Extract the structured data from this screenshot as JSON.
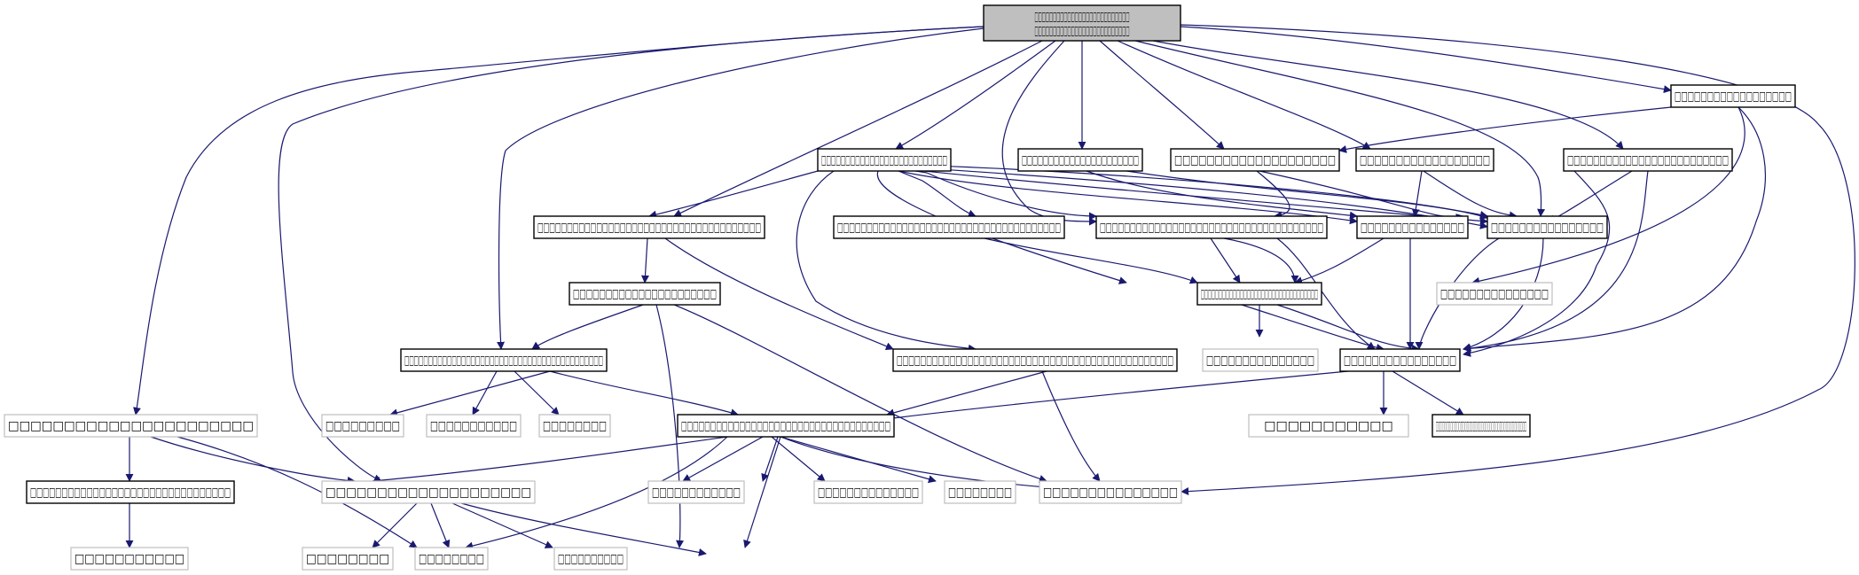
{
  "nodes": [
    {
      "id": "root",
      "label": "□□□□□□□□□□□□□□□□□□□□□□□□□□□□□□□□□□□□□□□□□□□□□□□□□□□□",
      "kind": "root",
      "link": false
    },
    {
      "id": "n1",
      "label": "□□□□□□□□□□□□□□□□□□",
      "kind": "file",
      "link": true
    },
    {
      "id": "n2",
      "label": "□□□□□□□□□□□□□□□□□□□□",
      "kind": "file",
      "link": true
    },
    {
      "id": "n3",
      "label": "□□□□□□□□□□□□□□□□□□",
      "kind": "file",
      "link": true
    },
    {
      "id": "n4",
      "label": "□□□□□□□□□□□□□□□□□□□□□□□□□",
      "kind": "file",
      "link": true
    },
    {
      "id": "n5",
      "label": "□□□□□□□□□□□□□□□□□□□□□□",
      "kind": "file",
      "link": true
    },
    {
      "id": "n6",
      "label": "□□□□□□□□□□□□□□□□□□□□□□□□□□",
      "kind": "file",
      "link": true
    },
    {
      "id": "n7",
      "label": "□□□□□□□□□□□□□□□□□□□□□□□□□□□□□□□□□□□□□□",
      "kind": "file",
      "link": true
    },
    {
      "id": "n8",
      "label": "□□□□□□□□□□□□□□□□□□□□□□□□□□□□□□□□□□□□□□",
      "kind": "file",
      "link": true
    },
    {
      "id": "n9",
      "label": "□□□□□□□□□□□□□□□□□□□□□□□□□□□□□□□□□□□□□",
      "kind": "file",
      "link": true
    },
    {
      "id": "n10",
      "label": "□□□□□□□□□□□□□□□",
      "kind": "file",
      "link": true
    },
    {
      "id": "n11",
      "label": "□□□□□□□□□□□□□□□□",
      "kind": "file",
      "link": true
    },
    {
      "id": "n12",
      "label": "□□□□□□□□□□□□□□□□□□□□□□",
      "kind": "file",
      "link": true
    },
    {
      "id": "n13",
      "label": "□□□□□□□□□□□□□□□",
      "kind": "ext",
      "link": false
    },
    {
      "id": "n14",
      "label": "□□□□□□□□□□□□□□□□□□□□□□□□□□□□□□□□□",
      "kind": "file",
      "link": true
    },
    {
      "id": "n15",
      "label": "□□□□□□□□□□□□□□□□□□□□□□□□□□□□□□□□□□□□□□□□□□□□□□□",
      "kind": "file",
      "link": true
    },
    {
      "id": "n16",
      "label": "□□□□□□□□□□□□□□□",
      "kind": "ext",
      "link": false
    },
    {
      "id": "n17",
      "label": "□□□□□□□□□□□□□□□□",
      "kind": "file",
      "link": true
    },
    {
      "id": "n18",
      "label": "□□□□□□□□□□□□□□□□□□□□□□□□□□□□□□□□□□□□□□□□□□",
      "kind": "file",
      "link": true
    },
    {
      "id": "n19",
      "label": "□□□□□□□□□",
      "kind": "ext",
      "link": false
    },
    {
      "id": "n20",
      "label": "□□□□□□□□□□□",
      "kind": "ext",
      "link": false
    },
    {
      "id": "n21",
      "label": "□□□□□□□□",
      "kind": "ext",
      "link": false
    },
    {
      "id": "n22",
      "label": "□□□□□□□□□□□□□□□□□□□□□□",
      "kind": "ext",
      "link": false
    },
    {
      "id": "n23",
      "label": "□□□□□□□□□□□",
      "kind": "ext",
      "link": false
    },
    {
      "id": "n24",
      "label": "□□□□□□□□□□□□□□□□□□□□□□□□□□□□□□□□□□□□□□□□□□□□",
      "kind": "file",
      "link": true
    },
    {
      "id": "n25",
      "label": "□□□□□□□□□□□□□□□□□□□□□□□□□□□□□□□□□□□□",
      "kind": "file",
      "link": true
    },
    {
      "id": "n26",
      "label": "□□□□□□□□□□□□□□□",
      "kind": "ext",
      "link": false
    },
    {
      "id": "n27",
      "label": "□□□□□□□□□□□□□□□□□□□□□□□□□□□□□□□□",
      "kind": "file",
      "link": true
    },
    {
      "id": "n28",
      "label": "□□□□□□□□□□□□",
      "kind": "ext",
      "link": false
    },
    {
      "id": "n29",
      "label": "□□□□□□□□□□□□□□",
      "kind": "ext",
      "link": false
    },
    {
      "id": "n30",
      "label": "□□□□□□□□",
      "kind": "ext",
      "link": false
    },
    {
      "id": "n31",
      "label": "□□□□□□□□□□□□□□□□□□□□",
      "kind": "ext",
      "link": false
    },
    {
      "id": "n32",
      "label": "□□□□□□□□□□□",
      "kind": "ext",
      "link": false
    },
    {
      "id": "n33",
      "label": "□□□□□□□□",
      "kind": "ext",
      "link": false
    },
    {
      "id": "n34",
      "label": "□□□□□□□□",
      "kind": "ext",
      "link": false
    },
    {
      "id": "n35",
      "label": "□□□□□□□□□□",
      "kind": "ext",
      "link": false
    }
  ],
  "colors": {
    "edge": "#191970",
    "root_fill": "#bfbfbf",
    "ext_border": "#bfbfbf",
    "node_border": "#000000"
  }
}
